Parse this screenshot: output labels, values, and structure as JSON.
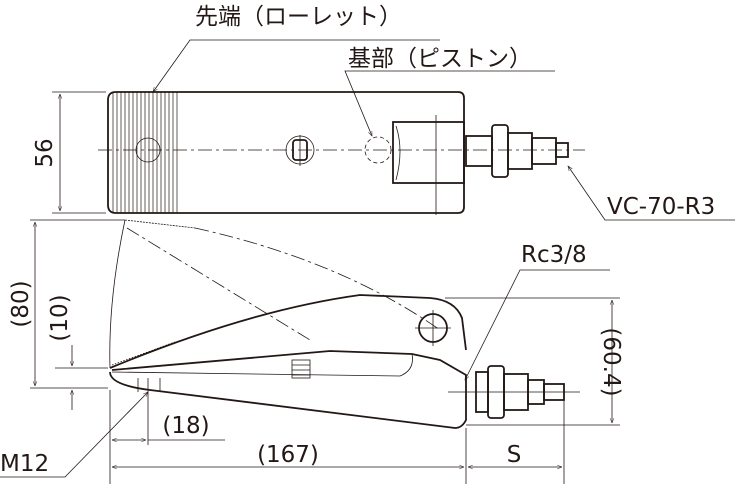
{
  "title": "Gripper dimensional drawing",
  "labels": {
    "tip_knurl": "先端（ローレット）",
    "base_piston": "基部（ピストン）",
    "valve_model": "VC-70-R3",
    "port_thread": "Rc3/8",
    "mount_thread": "M12"
  },
  "dimensions": {
    "width": "56",
    "open_height": "(80)",
    "jaw_offset": "(10)",
    "closed_height": "(60.4)",
    "tip_length": "(18)",
    "body_length": "(167)",
    "stroke": "S"
  }
}
